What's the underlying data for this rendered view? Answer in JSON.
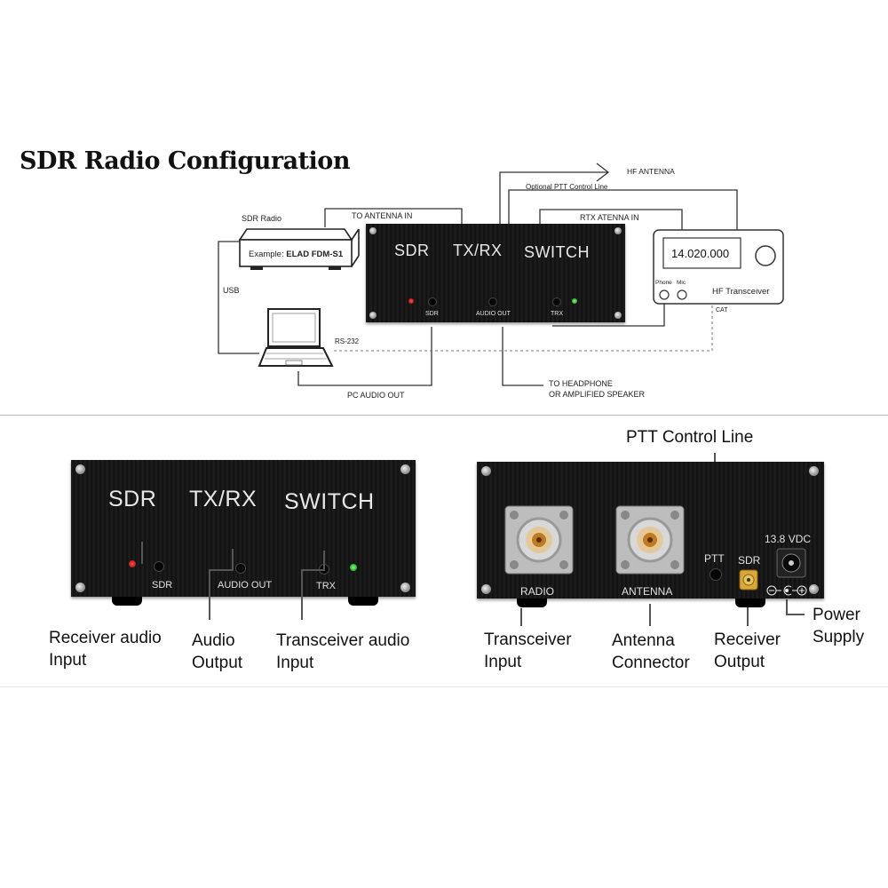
{
  "title": "SDR Radio Configuration",
  "diagram": {
    "sdr_radio_label": "SDR Radio",
    "sdr_radio_example": "Example: ",
    "sdr_radio_model": "ELAD FDM-S1",
    "usb_label": "USB",
    "rs232_label": "RS-232",
    "pc_audio_out": "PC AUDIO OUT",
    "to_antenna_in": "TO ANTENNA IN",
    "optional_ptt": "Optional PTT Control Line",
    "hf_antenna": "HF ANTENNA",
    "rtx_antenna_in": "RTX ATENNA IN",
    "frequency": "14.020.000",
    "phone_label": "Phone",
    "mic_label": "Mic",
    "hf_transceiver": "HF Transceiver",
    "cat_label": "CAT",
    "to_headphone_1": "TO HEADPHONE",
    "to_headphone_2": "OR AMPLIFIED SPEAKER",
    "box_sdr": "SDR",
    "box_txrx": "TX/RX",
    "box_switch": "SWITCH",
    "jack_sdr": "SDR",
    "jack_audio_out": "AUDIO OUT",
    "jack_trx": "TRX"
  },
  "front_panel": {
    "text_sdr": "SDR",
    "text_txrx": "TX/RX",
    "text_switch": "SWITCH",
    "jack_sdr": "SDR",
    "jack_audio_out": "AUDIO OUT",
    "jack_trx": "TRX",
    "callouts": {
      "receiver_audio_1": "Receiver audio",
      "receiver_audio_2": "Input",
      "audio_output_1": "Audio",
      "audio_output_2": "Output",
      "transceiver_audio_1": "Transceiver audio",
      "transceiver_audio_2": "Input"
    }
  },
  "rear_panel": {
    "radio_label": "RADIO",
    "antenna_label": "ANTENNA",
    "ptt_label": "PTT",
    "sdr_label": "SDR",
    "vdc_label": "13.8 VDC",
    "callouts": {
      "ptt_control_line": "PTT Control Line",
      "transceiver_input_1": "Transceiver",
      "transceiver_input_2": "Input",
      "antenna_connector_1": "Antenna",
      "antenna_connector_2": "Connector",
      "receiver_output_1": "Receiver",
      "receiver_output_2": "Output",
      "power_supply_1": "Power",
      "power_supply_2": "Supply"
    }
  }
}
